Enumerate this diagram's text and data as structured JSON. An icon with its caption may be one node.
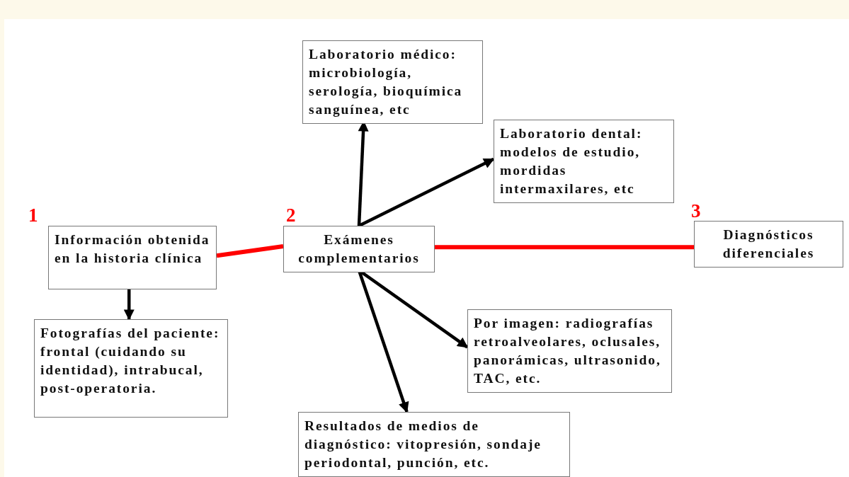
{
  "diagram": {
    "nodes": [
      {
        "text": [
          "Información obtenida en la historia clínica"
        ],
        "beside": [
          "1"
        ]
      },
      {
        "text": [
          "Fotografías del paciente: frontal (cuidando su identidad), intrabucal, post-operatoria."
        ]
      },
      {
        "text": [
          "Exámenes complementarios"
        ],
        "beside": [
          "2"
        ]
      },
      {
        "text": [
          "Laboratorio médico: microbiología, serología, bioquímica sanguínea, etc"
        ]
      },
      {
        "text": [
          "Laboratorio dental: modelos de estudio, mordidas intermaxilares, etc"
        ]
      },
      {
        "text": [
          "Diagnósticos diferenciales"
        ],
        "beside": [
          "3"
        ]
      },
      {
        "text": [
          "Por imagen: radiografías retroalveolares, oclusales, panorámicas, ultrasonido, TAC, etc."
        ]
      },
      {
        "text": [
          "Resultados de medios de diagnóstico: vitopresión, sondaje periodontal, punción, etc."
        ]
      }
    ],
    "edges": [
      {
        "from": 0,
        "to": 1,
        "arrow": "to"
      },
      {
        "from": 0,
        "to": 2,
        "arrow": "none",
        "color": "#ff0000"
      },
      {
        "from": 2,
        "to": 5,
        "arrow": "none",
        "color": "#ff0000"
      },
      {
        "from": 2,
        "to": 3,
        "arrow": "to"
      },
      {
        "from": 2,
        "to": 4,
        "arrow": "to"
      },
      {
        "from": 2,
        "to": 6,
        "arrow": "to"
      },
      {
        "from": 2,
        "to": 7,
        "arrow": "to"
      }
    ]
  }
}
